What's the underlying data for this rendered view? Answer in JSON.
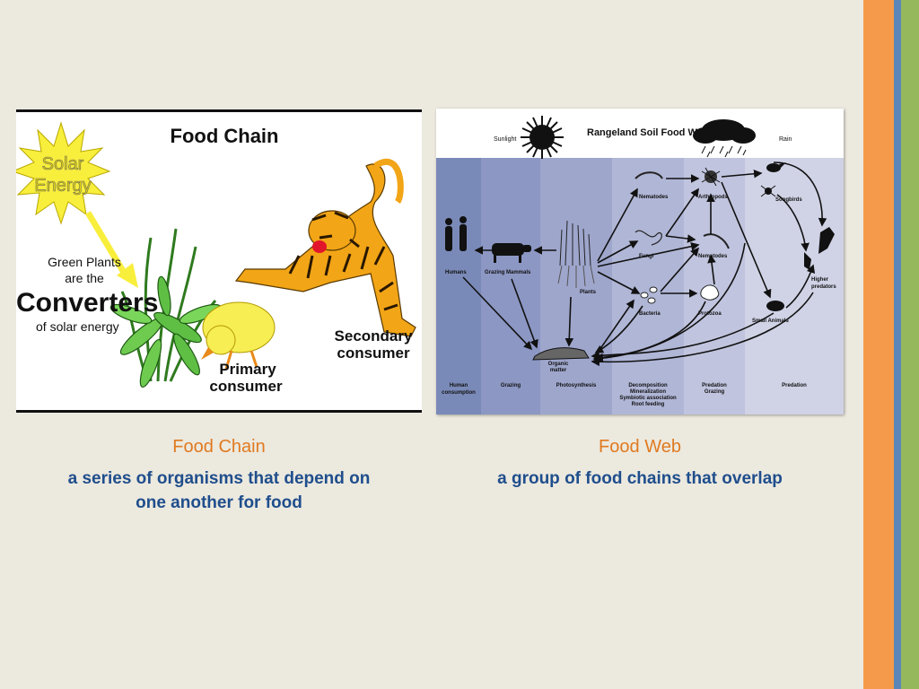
{
  "colors": {
    "stripe_orange": "#F59A4A",
    "stripe_blue": "#5B86B8",
    "stripe_green": "#96B85C",
    "title": "#E07A20",
    "body_text": "#1F4E8C"
  },
  "food_chain_image": {
    "heading": "Food Chain",
    "sun_line1": "Solar",
    "sun_line2": "Energy",
    "green_plants_line1": "Green Plants",
    "green_plants_line2": "are the",
    "converters": "Converters",
    "of_solar": "of solar energy",
    "primary_line1": "Primary",
    "primary_line2": "consumer",
    "secondary_line1": "Secondary",
    "secondary_line2": "consumer"
  },
  "food_web_image": {
    "title": "Rangeland Soil Food Web",
    "sunlight": "Sunlight",
    "rain": "Rain",
    "nodes": {
      "humans": "Humans",
      "grazing_mammals": "Grazing Mammals",
      "plants": "Plants",
      "nematodes_top": "Nematodes",
      "arthropods": "Arthropods",
      "songbirds": "Songbirds",
      "fungi": "Fungi",
      "nematodes_mid": "Nematodes",
      "higher_predators_line1": "Higher",
      "higher_predators_line2": "predators",
      "bacteria": "Bacteria",
      "protozoa": "Protozoa",
      "small_animals": "Small Animals",
      "organic_line1": "Organic",
      "organic_line2": "matter"
    },
    "zones": {
      "human_line1": "Human",
      "human_line2": "consumption",
      "grazing": "Grazing",
      "photosynthesis": "Photosynthesis",
      "decomp_line1": "Decomposition",
      "decomp_line2": "Mineralization",
      "decomp_line3": "Symbiotic association",
      "decomp_line4": "Root feeding",
      "predgraz_line1": "Predation",
      "predgraz_line2": "Grazing",
      "predation": "Predation"
    }
  },
  "captions": {
    "left_title": "Food Chain",
    "left_body_line1": "a series of organisms that depend on",
    "left_body_line2": "one another for food",
    "right_title": "Food Web",
    "right_body": "a group of food chains that overlap"
  }
}
